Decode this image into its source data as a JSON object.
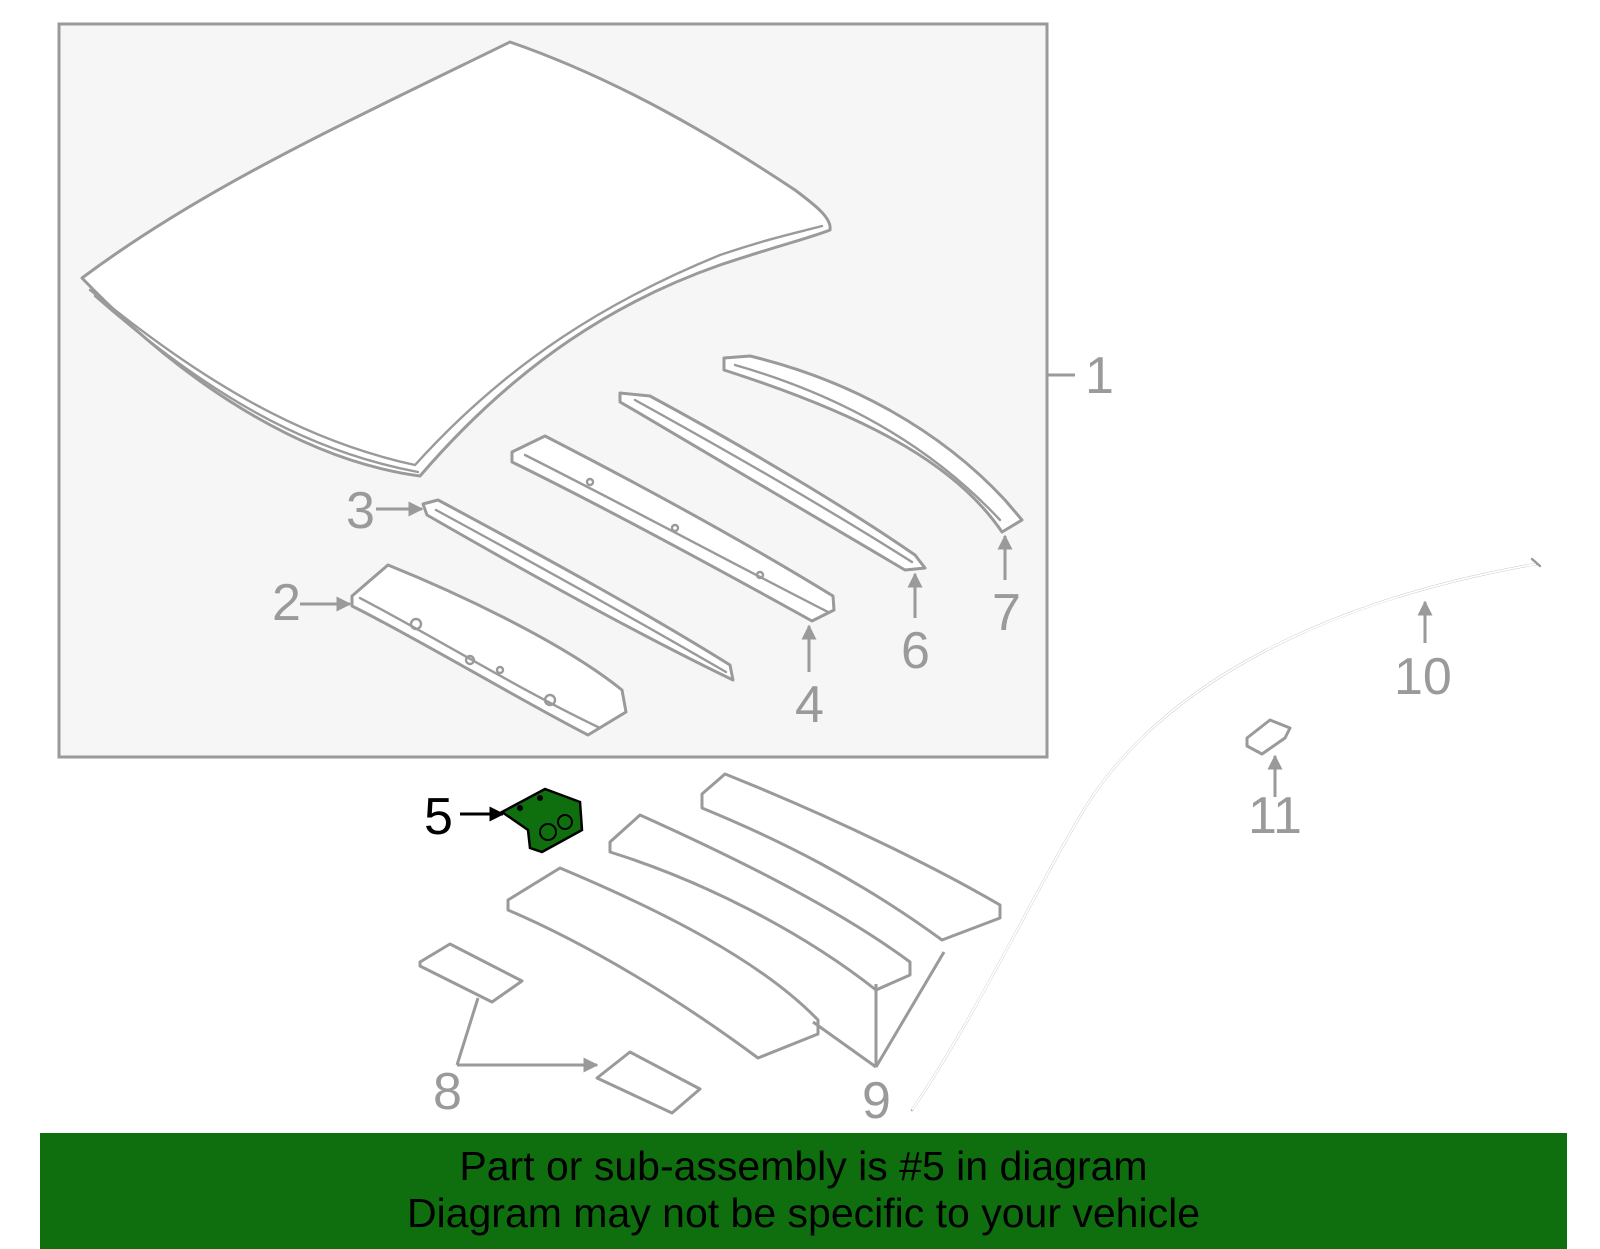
{
  "diagram": {
    "callouts": [
      {
        "id": "1",
        "label": "1"
      },
      {
        "id": "2",
        "label": "2"
      },
      {
        "id": "3",
        "label": "3"
      },
      {
        "id": "4",
        "label": "4"
      },
      {
        "id": "5",
        "label": "5",
        "highlighted": true
      },
      {
        "id": "6",
        "label": "6"
      },
      {
        "id": "7",
        "label": "7"
      },
      {
        "id": "8",
        "label": "8"
      },
      {
        "id": "9",
        "label": "9"
      },
      {
        "id": "10",
        "label": "10"
      },
      {
        "id": "11",
        "label": "11"
      }
    ],
    "colors": {
      "outline": "#9a9a9a",
      "box_fill": "#f6f6f6",
      "highlight": "#0f6f0f",
      "highlight_label": "#000000"
    }
  },
  "banner": {
    "line1": "Part or sub-assembly is #5 in diagram",
    "line2": "Diagram may not be specific to your vehicle",
    "background": "#0f6f0f"
  }
}
